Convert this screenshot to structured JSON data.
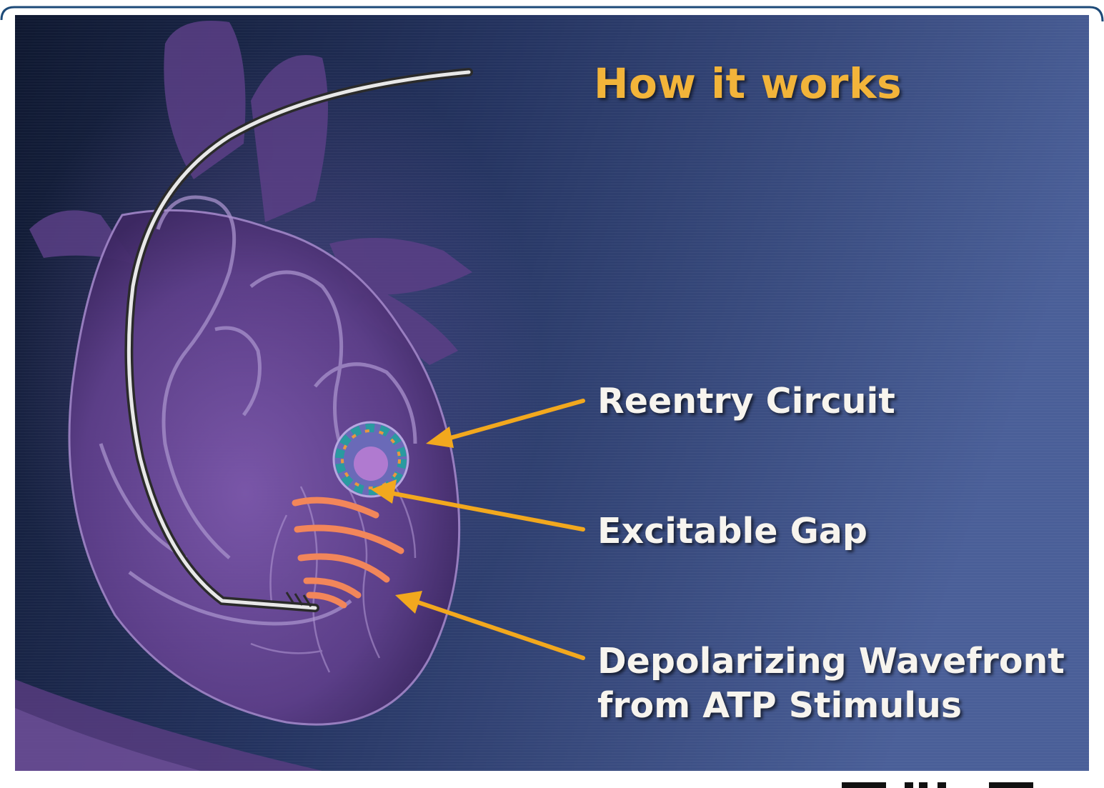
{
  "title": "How it works",
  "labels": {
    "reentry_circuit": "Reentry Circuit",
    "excitable_gap": "Excitable Gap",
    "depolarizing_wavefront_line1": "Depolarizing Wavefront",
    "depolarizing_wavefront_line2": "from ATP Stimulus"
  },
  "colors": {
    "background_dark": "#0f1830",
    "background_light": "#4a5f98",
    "heart": "#6b4a96",
    "title": "#f2b43a",
    "arrow": "#f2a81e",
    "label_text": "#f7f4ee",
    "wavefront": "#f2865a",
    "frame_border": "#1d4a78"
  },
  "icons": {
    "heart": "heart-illustration-icon",
    "lead": "pacing-lead-icon",
    "circuit": "reentry-circuit-icon",
    "waves": "wavefront-arcs-icon",
    "arrow": "pointer-arrow-icon"
  }
}
